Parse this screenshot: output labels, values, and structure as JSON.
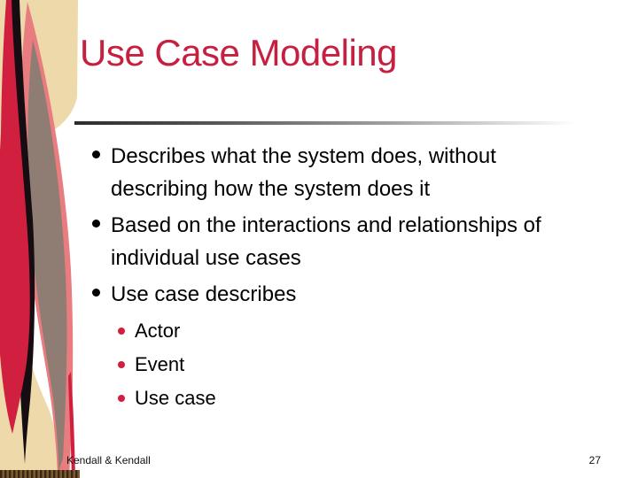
{
  "slide": {
    "title": "Use Case Modeling",
    "bullets": [
      {
        "line1": "Describes what the system does, without",
        "line2": "describing how the system does it"
      },
      {
        "line1": "Based on the interactions and relationships of",
        "line2": "individual use cases"
      },
      {
        "line1": "Use case describes"
      }
    ],
    "sub_bullets": [
      {
        "label": "Actor"
      },
      {
        "label": "Event"
      },
      {
        "label": "Use case"
      }
    ],
    "footer": {
      "author": "Kendall & Kendall",
      "page_number": "27"
    },
    "colors": {
      "title_red": "#C62040",
      "body_text": "#000000",
      "bullet_dot": "#000000",
      "sub_bullet_dot": "#D21F3F",
      "band_tan": "#EDD9A9",
      "band_red": "#D11F3F",
      "band_salmon": "#E97C7E",
      "band_taupe": "#8F7D74",
      "band_black": "#150D11",
      "fringe_dark": "#3A2712",
      "fringe_light": "#7A5A30",
      "rule_dark": "#2C2C2C"
    }
  }
}
